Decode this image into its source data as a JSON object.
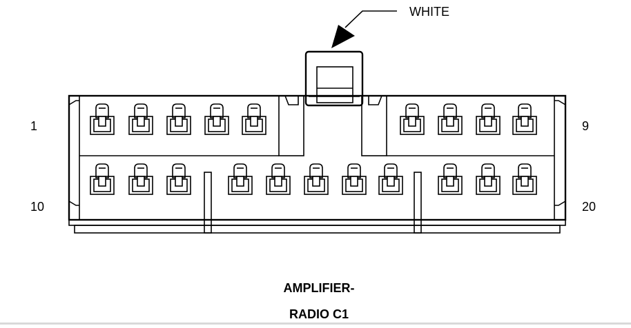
{
  "connector": {
    "color_label": "WHITE",
    "pin_labels": {
      "top_left": "1",
      "top_right": "9",
      "bottom_left": "10",
      "bottom_right": "20"
    },
    "title_line1": "AMPLIFIER-",
    "title_line2": "RADIO C1"
  },
  "cavities": {
    "top_row_count": 9,
    "bottom_row_count": 11
  }
}
